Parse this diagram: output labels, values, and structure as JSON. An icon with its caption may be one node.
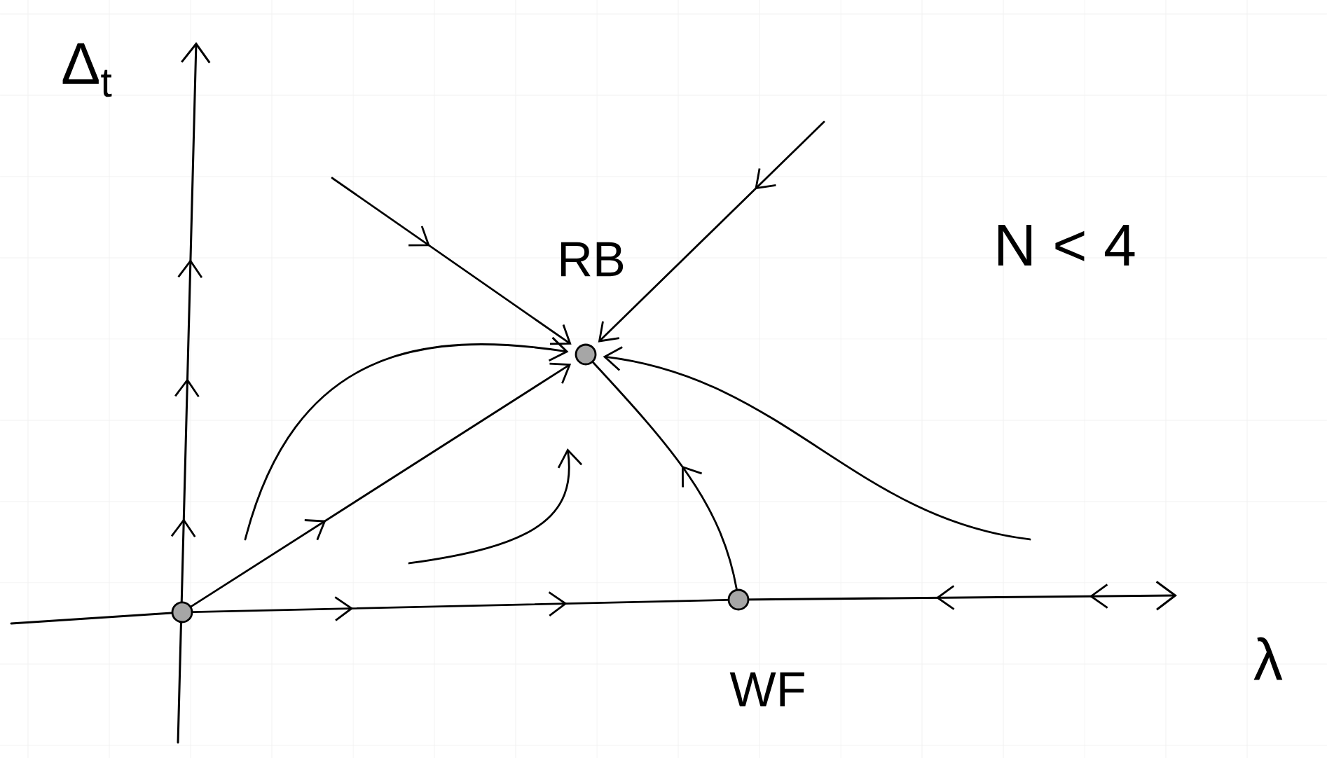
{
  "diagram": {
    "nodes": [
      {
        "text": [],
        "shape": "circle"
      },
      {
        "text": [],
        "shape": "circle",
        "beside": [
          "RB"
        ]
      },
      {
        "text": [],
        "shape": "circle",
        "beside": [
          "WF"
        ]
      }
    ],
    "edges": [
      {
        "from": 0,
        "to": 2,
        "arrow": "to"
      },
      {
        "from": 2,
        "to": 1,
        "arrow": "to"
      },
      {
        "from": 0,
        "to": 1,
        "arrow": "to"
      },
      {
        "from": null,
        "to": 1,
        "arrow": "to"
      },
      {
        "from": null,
        "to": 1,
        "arrow": "to"
      },
      {
        "from": null,
        "to": 1,
        "arrow": "to"
      },
      {
        "from": null,
        "to": 1,
        "arrow": "to"
      }
    ],
    "labels": [
      "Δ$_{t}$",
      "λ",
      "N < 4"
    ]
  }
}
